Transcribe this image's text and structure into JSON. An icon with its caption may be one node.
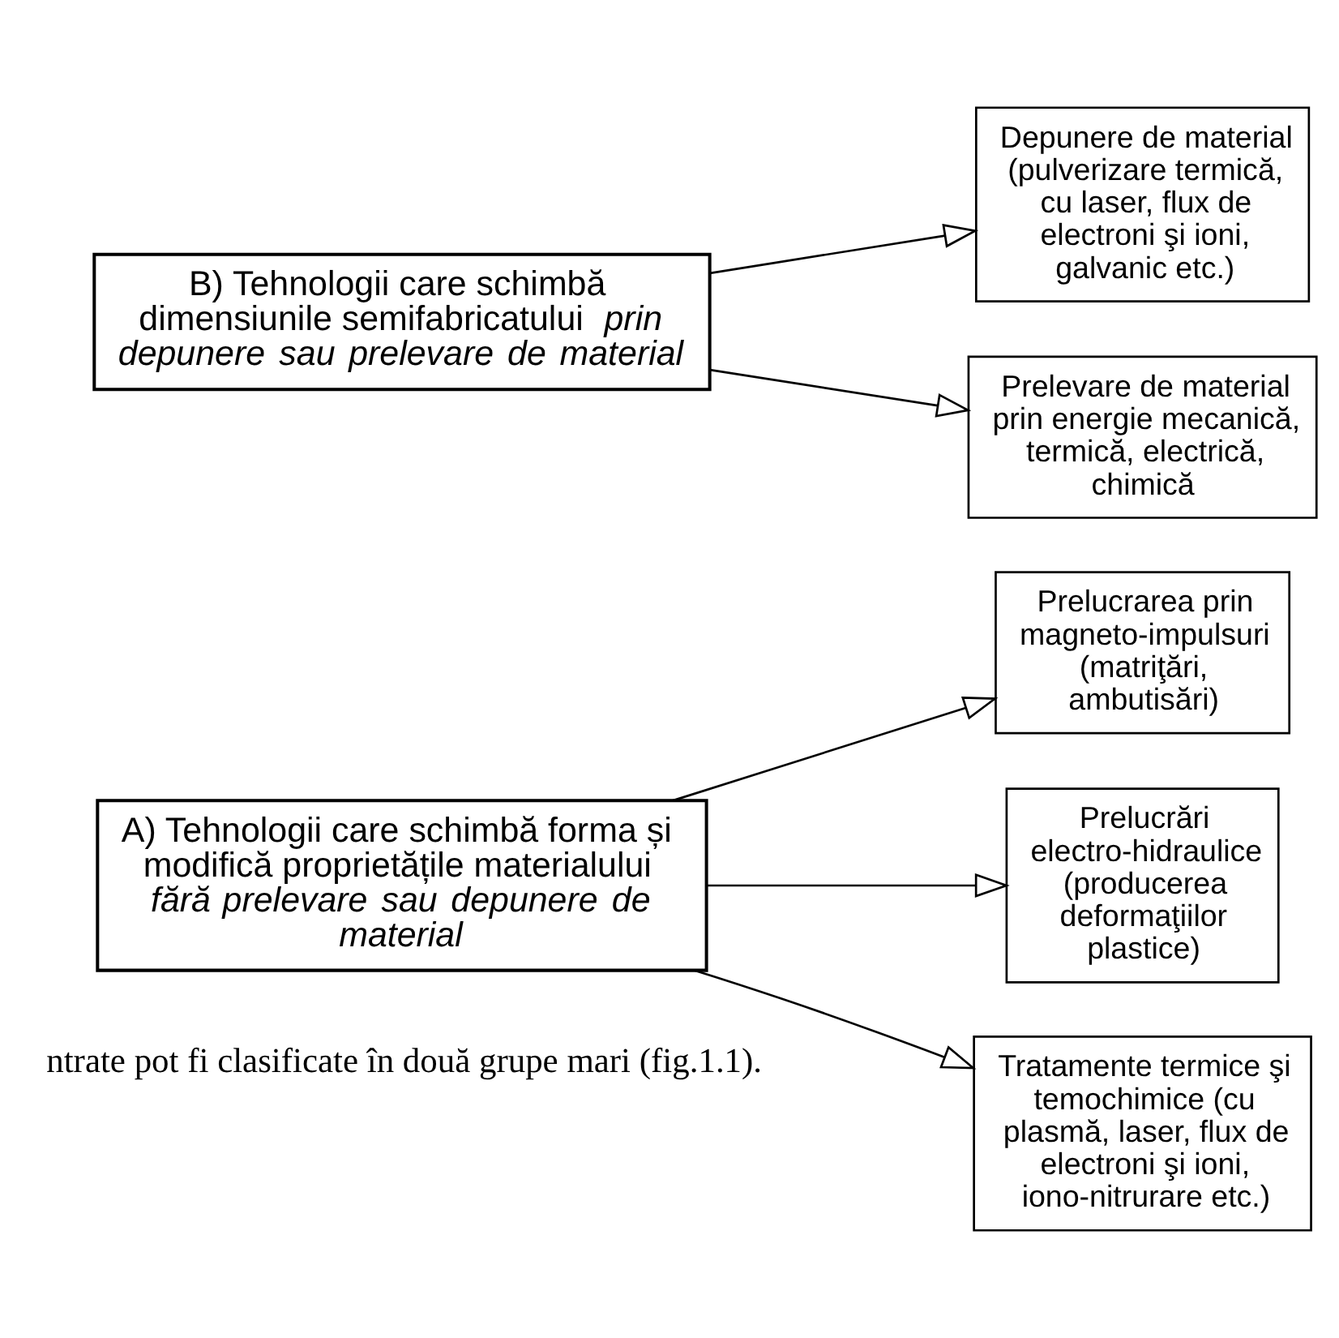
{
  "diagram": {
    "nodes": [
      {
        "text": [
          "A) Tehnologii care schimbă forma și modifică proprietățile materialului *fără prelevare sau depunere de material*"
        ]
      },
      {
        "text": [
          "Prelucrarea prin magneto-impulsuri (matriţări, ambutisări)"
        ]
      },
      {
        "text": [
          "Prelucrări electro-hidraulice (producerea deformaţiilor plastice)"
        ]
      },
      {
        "text": [
          "Tratamente termice şi temochimice (cu plasmă, laser, flux de electroni şi ioni, iono-nitrurare etc.)"
        ]
      },
      {
        "text": [
          "B) Tehnologii care schimbă dimensiunile semifabricatului *prin depunere sau prelevare de material*"
        ]
      },
      {
        "text": [
          "Depunere de material (pulverizare termică, cu laser, flux de electroni şi ioni, galvanic etc.)"
        ]
      },
      {
        "text": [
          "Prelevare de material prin energie mecanică, termică, electrică, chimică"
        ]
      }
    ],
    "edges": [
      {
        "from": 0,
        "to": 1,
        "arrow": "to"
      },
      {
        "from": 0,
        "to": 2,
        "arrow": "to"
      },
      {
        "from": 0,
        "to": 3,
        "arrow": "to"
      },
      {
        "from": 4,
        "to": 5,
        "arrow": "to"
      },
      {
        "from": 4,
        "to": 6,
        "arrow": "to"
      }
    ],
    "labels": [
      "ntrate pot fi clasificate în două grupe mari (fig.1.1)."
    ]
  }
}
